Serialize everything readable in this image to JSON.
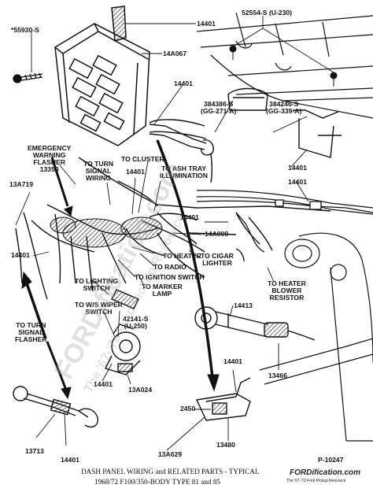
{
  "labels": {
    "n14401_top": "14401",
    "n55930s": "*55930-S",
    "n52554s": "52554-S (U-230)",
    "n14a067": "14A067",
    "n14401_mid": "14401",
    "n384386s_a": "384386-S",
    "n384386s_b": "(GG-271-A)",
    "n384246s_a": "384246-S",
    "n384246s_b": "(GG-339-A)",
    "emergency_1": "EMERGENCY",
    "emergency_2": "WARNING",
    "emergency_3": "FLASHER",
    "emergency_4": "13350",
    "to_turn_1": "TO TURN",
    "to_turn_2": "SIGNAL",
    "to_turn_3": "WIRING",
    "to_cluster": "TO CLUSTER",
    "n14401_c": "14401",
    "to_ashtray_1": "TO ASH TRAY",
    "to_ashtray_2": "ILLUMINATION",
    "n14401_r1": "14401",
    "n14401_r2": "14401",
    "n13a719": "13A719",
    "n14401_center": "14401",
    "n14a009": "•14A009",
    "n14401_left": "14401",
    "to_heater": "TO HEATER",
    "to_cigar_1": "TO CIGAR",
    "to_cigar_2": "LIGHTER",
    "to_radio": "TO RADIO",
    "to_ignition": "TO IGNITION SWITCH",
    "to_lighting_1": "TO LIGHTING",
    "to_lighting_2": "SWITCH",
    "to_marker_1": "TO MARKER",
    "to_marker_2": "LAMP",
    "to_heater_blower_1": "TO HEATER",
    "to_heater_blower_2": "BLOWER",
    "to_heater_blower_3": "RESISTOR",
    "to_ws_1": "TO W/S WIPER",
    "to_ws_2": "SWITCH",
    "n42141s_a": "42141-S",
    "n42141s_b": "(U-250)",
    "n14413": "14413",
    "to_turn_flasher_1": "TO TURN",
    "to_turn_flasher_2": "SIGNAL",
    "to_turn_flasher_3": "FLASHER",
    "n14401_bl": "14401",
    "n13a024": "13A024",
    "n13466": "13466",
    "n14401_bm": "14401",
    "n2450": "2450",
    "n13713": "13713",
    "n13a629": "13A629",
    "n13480": "13480",
    "n14401_bottom": "14401",
    "p10247": "P-10247"
  },
  "caption": {
    "line1": "DASH PANEL WIRING and RELATED PARTS - TYPICAL",
    "line2": "1968/72  F100/350-BODY TYPE 81 and 85"
  },
  "logo": {
    "name": "FORDification.com",
    "tagline": "The '67-'72 Ford Pickup Resource"
  },
  "watermark": {
    "line1": "FORDification.com",
    "line2": "The '67-'72 Ford Pickup Resource"
  },
  "colors": {
    "ink": "#111111",
    "paper": "#ffffff",
    "watermark": "#aaaaaa"
  }
}
